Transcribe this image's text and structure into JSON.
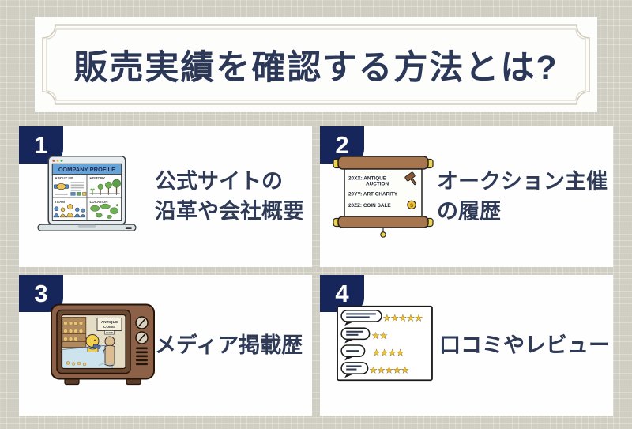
{
  "page": {
    "title": "販売実績を確認する方法とは?"
  },
  "colors": {
    "background": "#d0cec3",
    "card_white": "#fefefe",
    "badge_navy": "#16265a",
    "text_navy": "#2e3a56",
    "frame_line": "#d8d2c4",
    "star_yellow": "#f2c030",
    "scroll_wood": "#a8764e",
    "tv_brown": "#8d6148",
    "web_header_blue": "#66a3d8"
  },
  "cards": [
    {
      "number": "1",
      "label_line1": "公式サイトの",
      "label_line2": "沿革や会社概要",
      "illustration": "laptop-company-profile",
      "laptop": {
        "header": "COMPANY PROFILE",
        "section_about": "ABOUT US",
        "section_history": "HISTORY",
        "section_team": "TEAM",
        "section_location": "LOCATION"
      }
    },
    {
      "number": "2",
      "label_line1": "オークション主催",
      "label_line2": "の履歴",
      "illustration": "auction-scroll",
      "scroll": {
        "line1a": "20XX: ANTIQUE",
        "line1b": "AUCTION",
        "line2": "20YY: ART CHARITY",
        "line3": "20ZZ: COIN SALE",
        "coin_symbol": "$"
      }
    },
    {
      "number": "3",
      "label_line1": "メディア掲載歴",
      "label_line2": "",
      "illustration": "tv-coin-shop",
      "tv": {
        "sign_line1": "ANTIQUE",
        "sign_line2": "COINS",
        "sign_tag": "SHOP"
      }
    },
    {
      "number": "4",
      "label_line1": "口コミやレビュー",
      "label_line2": "",
      "illustration": "review-bubbles",
      "reviews": {
        "ratings": [
          5,
          2,
          4,
          5
        ],
        "stars_row1": "★★★★★",
        "stars_row2": "★★",
        "stars_row3": "★★★★",
        "stars_row4": "★★★★★"
      }
    }
  ]
}
